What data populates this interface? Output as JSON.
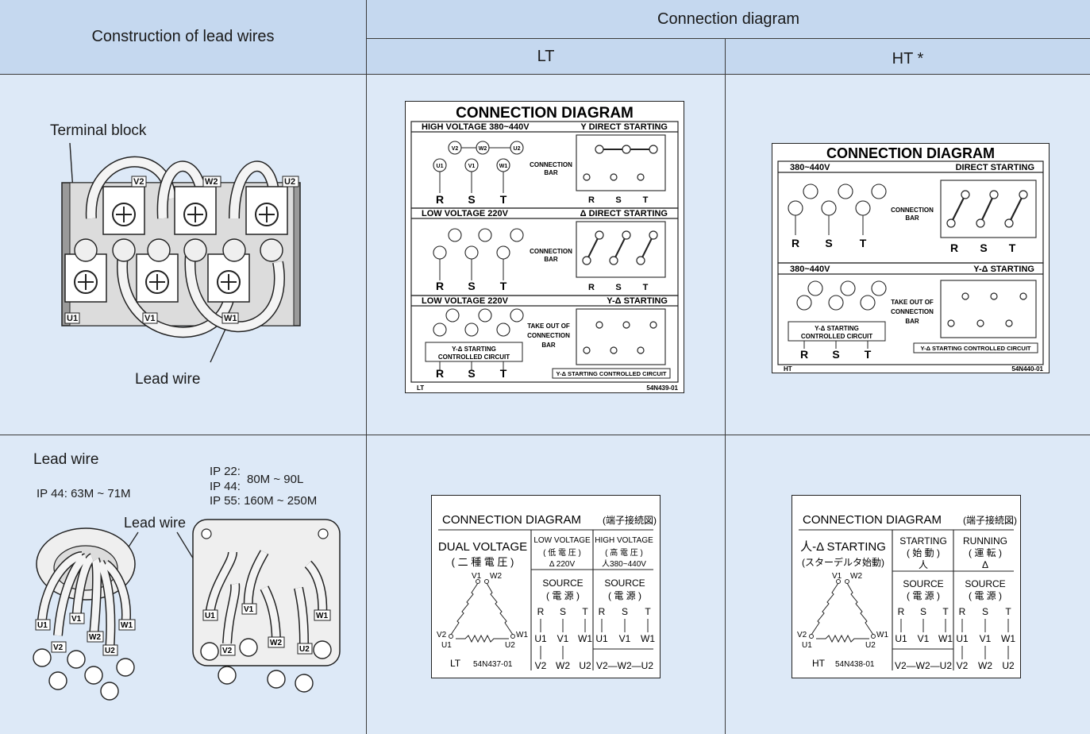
{
  "headers": {
    "construction": "Construction of lead wires",
    "connection": "Connection diagram",
    "lt": "LT",
    "ht": "HT *"
  },
  "row1": {
    "terminal_block": "Terminal block",
    "lead_wire": "Lead wire",
    "terminals_top": [
      "V2",
      "W2",
      "U2"
    ],
    "terminals_bottom": [
      "U1",
      "V1",
      "W1"
    ],
    "lt_plate": {
      "title": "CONNECTION DIAGRAM",
      "sections": [
        {
          "left": "HIGH  VOLTAGE 380~440V",
          "right": "Y DIRECT STARTING"
        },
        {
          "left": "LOW  VOLTAGE 220V",
          "right": "Δ DIRECT STARTING"
        },
        {
          "left": "LOW  VOLTAGE 220V",
          "right": "Y-Δ  STARTING"
        }
      ],
      "connection_bar": [
        "CONNECTION",
        "BAR"
      ],
      "take_out": [
        "TAKE OUT OF",
        "CONNECTION",
        "BAR"
      ],
      "starting_ctrl": [
        "Y-Δ STARTING",
        "CONTROLLED CIRCUIT"
      ],
      "ctrl_circuit_box": "Y-Δ STARTING CONTROLLED CIRCUIT",
      "rst": [
        "R",
        "S",
        "T"
      ],
      "footer_left": "LT",
      "footer_right": "54N439-01"
    },
    "ht_plate": {
      "title": "CONNECTION DIAGRAM",
      "sections": [
        {
          "left": "380~440V",
          "right": "DIRECT STARTING"
        },
        {
          "left": "380~440V",
          "right": "Y-Δ  STARTING"
        }
      ],
      "connection_bar": [
        "CONNECTION",
        "BAR"
      ],
      "take_out": [
        "TAKE OUT OF",
        "CONNECTION",
        "BAR"
      ],
      "starting_ctrl": [
        "Y-Δ STARTING",
        "CONTROLLED CIRCUIT"
      ],
      "ctrl_circuit_box": "Y-Δ STARTING CONTROLLED CIRCUIT",
      "rst": [
        "R",
        "S",
        "T"
      ],
      "footer_left": "HT",
      "footer_right": "54N440-01"
    },
    "node_labels": [
      "U1",
      "V1",
      "W1",
      "V2",
      "W2",
      "U2"
    ]
  },
  "row2": {
    "lead_wire_title": "Lead wire",
    "ip44_small": "IP 44: 63M ~ 71M",
    "lead_wire_callout": "Lead wire",
    "ip_lines": [
      "IP 22:",
      "IP 44:",
      "IP 55: 160M ~ 250M"
    ],
    "ip_range": "80M ~ 90L",
    "wire_tags": [
      "U1",
      "V1",
      "W1",
      "V2",
      "W2",
      "U2"
    ],
    "lt_plate": {
      "title": "CONNECTION DIAGRAM",
      "title_jp": "(端子接続図)",
      "dual": "DUAL VOLTAGE",
      "dual_jp": "( 二 種 電 圧 )",
      "low": "LOW VOLTAGE",
      "low_jp": "( 低 電 圧 )",
      "low_val": "Δ    220V",
      "high": "HIGH VOLTAGE",
      "high_jp": "( 高 電 圧 )",
      "high_val": "人380~440V",
      "source": "SOURCE",
      "source_jp": "( 電  源 )",
      "rst": [
        "R",
        "S",
        "T"
      ],
      "row_a": [
        "U1",
        "V1",
        "W1"
      ],
      "row_b": [
        "V2",
        "W2",
        "U2"
      ],
      "chain": "V2—W2—U2",
      "footer_left": "LT",
      "footer_right": "54N437-01"
    },
    "ht_plate": {
      "title": "CONNECTION DIAGRAM",
      "title_jp": "(端子接続図)",
      "star": "人-Δ  STARTING",
      "star_jp": "(スターデルタ始動)",
      "starting": "STARTING",
      "starting_jp": "( 始 動 )",
      "starting_sym": "人",
      "running": "RUNNING",
      "running_jp": "( 運 転 )",
      "running_sym": "Δ",
      "source": "SOURCE",
      "source_jp": "( 電  源 )",
      "rst": [
        "R",
        "S",
        "T"
      ],
      "row_a": [
        "U1",
        "V1",
        "W1"
      ],
      "row_b": [
        "V2",
        "W2",
        "U2"
      ],
      "chain": "V2—W2—U2",
      "footer_left": "HT",
      "footer_right": "54N438-01"
    },
    "tri_labels": [
      "V1",
      "W2",
      "V2",
      "W1",
      "U1",
      "U2"
    ]
  }
}
